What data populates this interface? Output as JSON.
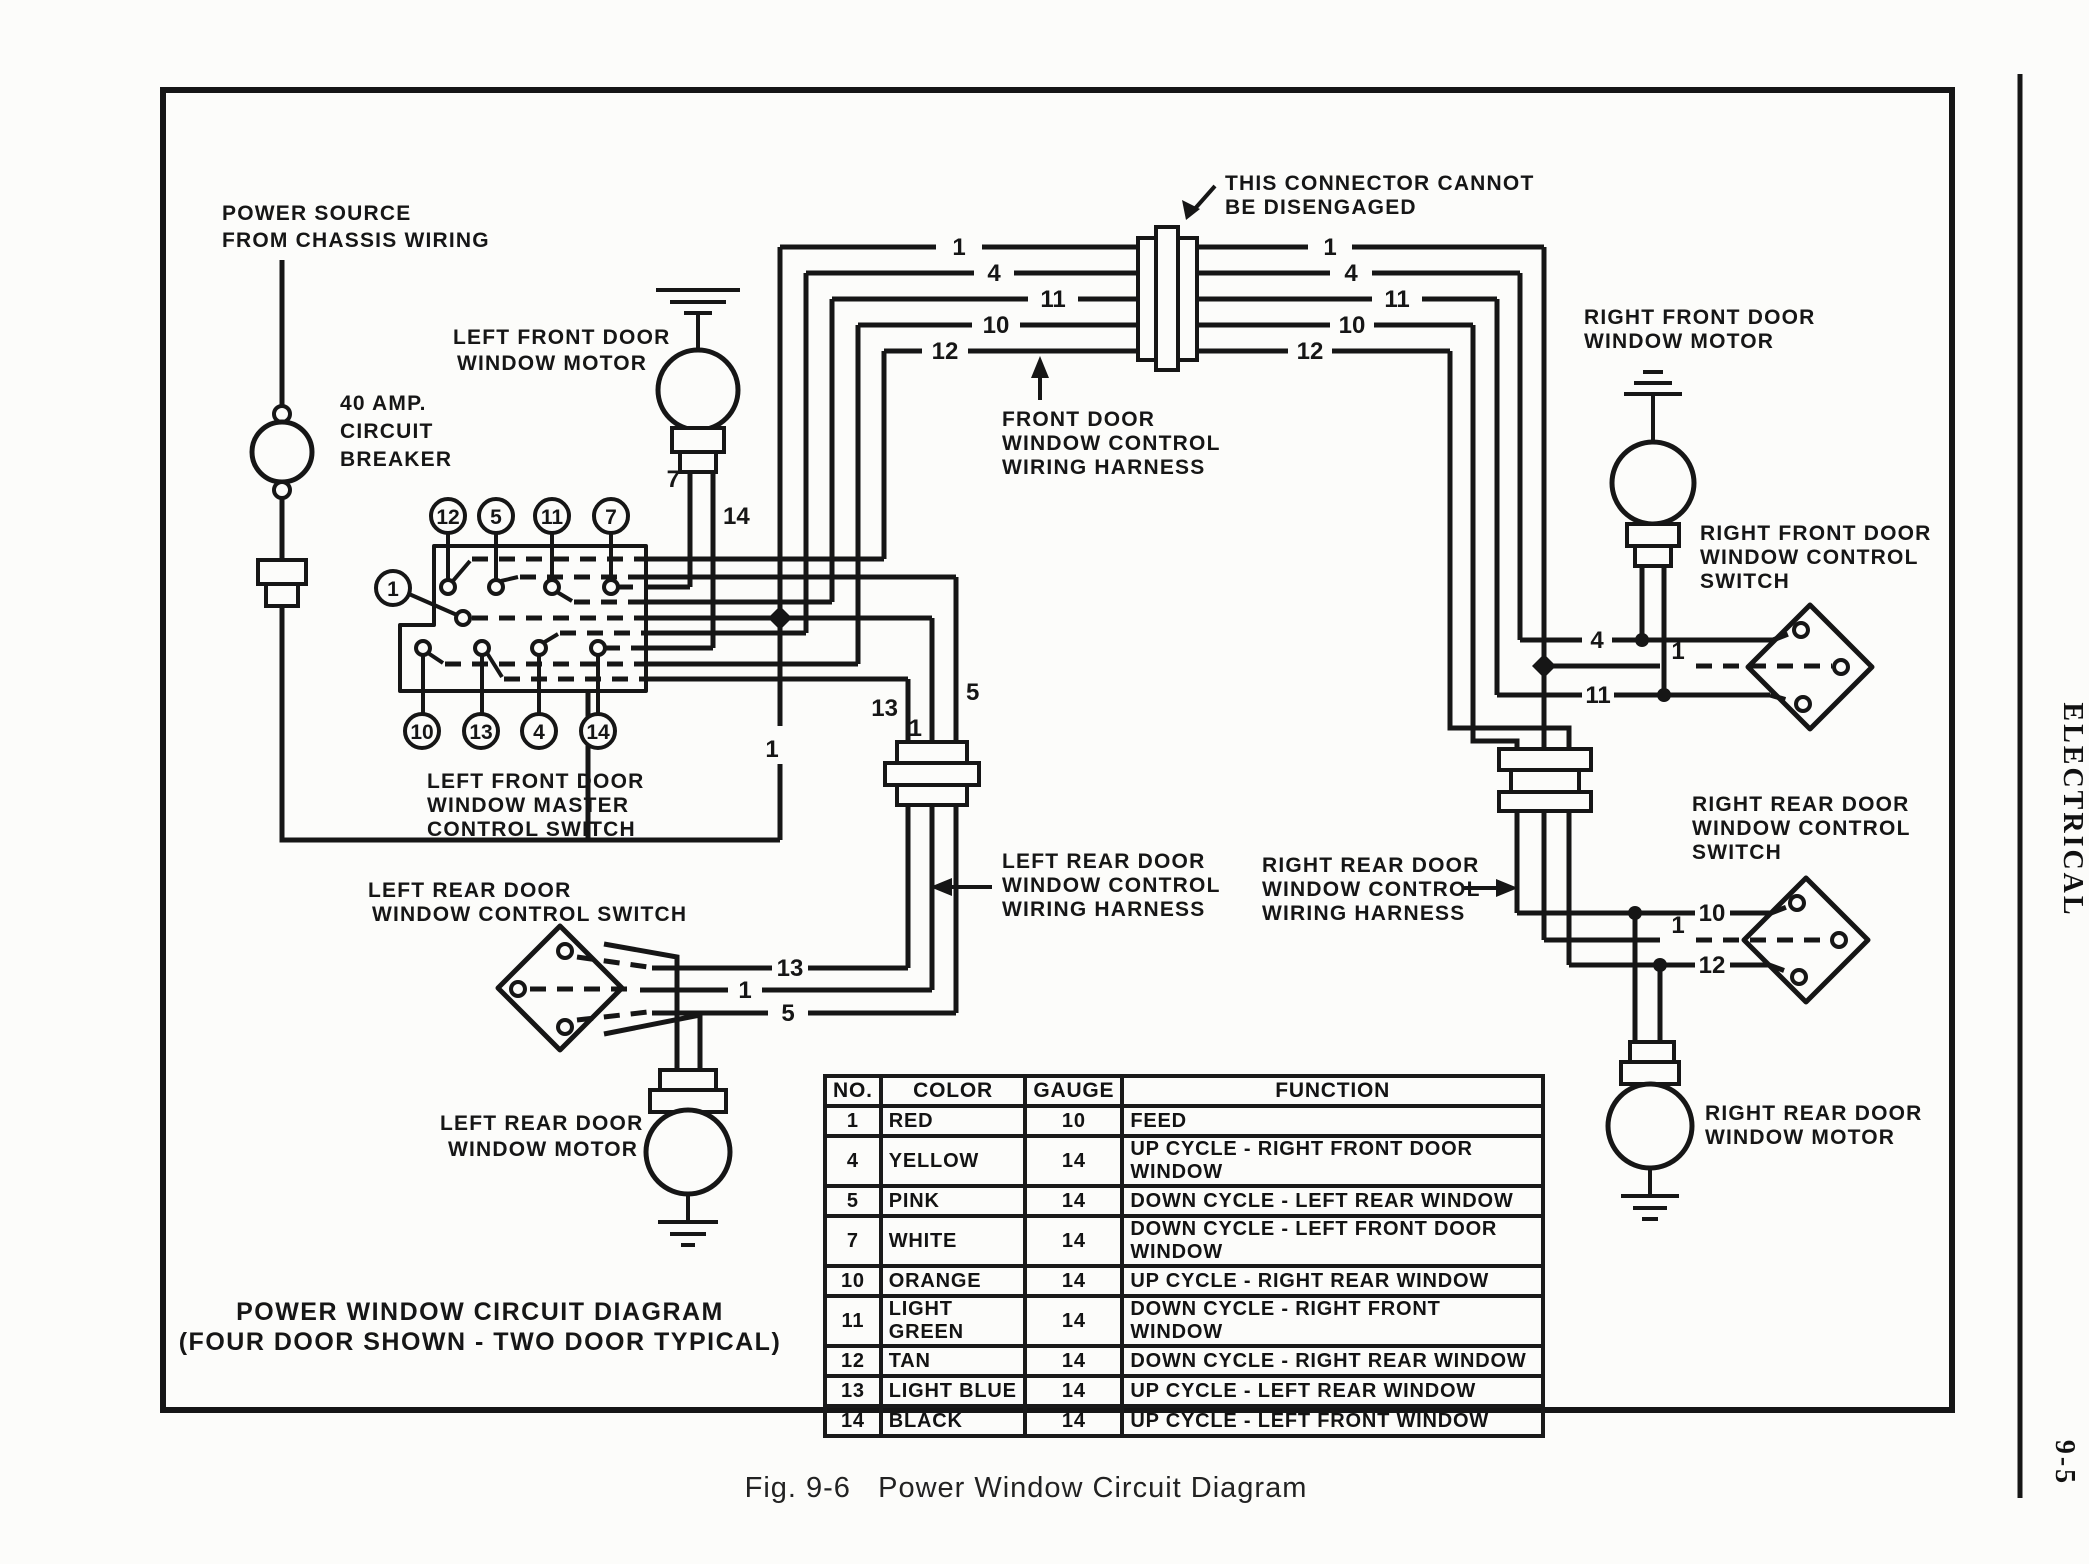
{
  "page": {
    "side_label": "ELECTRICAL",
    "page_number": "9-5",
    "figure_caption": "Fig. 9-6   Power Window Circuit Diagram"
  },
  "title_block": {
    "line1": "POWER WINDOW CIRCUIT DIAGRAM",
    "line2": "(FOUR DOOR SHOWN - TWO DOOR TYPICAL)"
  },
  "labels": {
    "power_source": [
      "POWER SOURCE",
      "FROM CHASSIS WIRING"
    ],
    "breaker": [
      "40 AMP.",
      "CIRCUIT",
      "BREAKER"
    ],
    "lf_motor": [
      "LEFT FRONT DOOR",
      "WINDOW MOTOR"
    ],
    "master_switch": [
      "LEFT FRONT DOOR",
      "WINDOW MASTER",
      "CONTROL SWITCH"
    ],
    "connector_note": [
      "THIS CONNECTOR CANNOT",
      "BE DISENGAGED"
    ],
    "front_harness": [
      "FRONT DOOR",
      "WINDOW CONTROL",
      "WIRING HARNESS"
    ],
    "lr_switch": [
      "LEFT REAR DOOR",
      "WINDOW CONTROL SWITCH"
    ],
    "lr_harness": [
      "LEFT REAR DOOR",
      "WINDOW CONTROL",
      "WIRING HARNESS"
    ],
    "lr_motor": [
      "LEFT REAR DOOR",
      "WINDOW MOTOR"
    ],
    "rf_motor": [
      "RIGHT FRONT DOOR",
      "WINDOW MOTOR"
    ],
    "rf_switch": [
      "RIGHT FRONT DOOR",
      "WINDOW CONTROL",
      "SWITCH"
    ],
    "rr_harness": [
      "RIGHT REAR DOOR",
      "WINDOW CONTROL",
      "WIRING HARNESS"
    ],
    "rr_switch": [
      "RIGHT REAR DOOR",
      "WINDOW CONTROL",
      "SWITCH"
    ],
    "rr_motor": [
      "RIGHT REAR DOOR",
      "WINDOW MOTOR"
    ]
  },
  "wire_labels": {
    "n1": "1",
    "n4": "4",
    "n5": "5",
    "n7": "7",
    "n10": "10",
    "n11": "11",
    "n12": "12",
    "n13": "13",
    "n14": "14"
  },
  "legend": {
    "headers": [
      "NO.",
      "COLOR",
      "GAUGE",
      "FUNCTION"
    ],
    "rows": [
      {
        "no": "1",
        "color": "RED",
        "gauge": "10",
        "function": "FEED"
      },
      {
        "no": "4",
        "color": "YELLOW",
        "gauge": "14",
        "function": "UP CYCLE - RIGHT FRONT DOOR WINDOW"
      },
      {
        "no": "5",
        "color": "PINK",
        "gauge": "14",
        "function": "DOWN CYCLE - LEFT REAR WINDOW"
      },
      {
        "no": "7",
        "color": "WHITE",
        "gauge": "14",
        "function": "DOWN CYCLE - LEFT FRONT DOOR WINDOW"
      },
      {
        "no": "10",
        "color": "ORANGE",
        "gauge": "14",
        "function": "UP CYCLE - RIGHT REAR WINDOW"
      },
      {
        "no": "11",
        "color": "LIGHT GREEN",
        "gauge": "14",
        "function": "DOWN CYCLE - RIGHT FRONT WINDOW"
      },
      {
        "no": "12",
        "color": "TAN",
        "gauge": "14",
        "function": "DOWN CYCLE - RIGHT REAR WINDOW"
      },
      {
        "no": "13",
        "color": "LIGHT BLUE",
        "gauge": "14",
        "function": "UP CYCLE - LEFT REAR WINDOW"
      },
      {
        "no": "14",
        "color": "BLACK",
        "gauge": "14",
        "function": "UP CYCLE - LEFT FRONT WINDOW"
      }
    ]
  },
  "colors": {
    "ink": "#161616",
    "paper": "#fcfcfa"
  }
}
